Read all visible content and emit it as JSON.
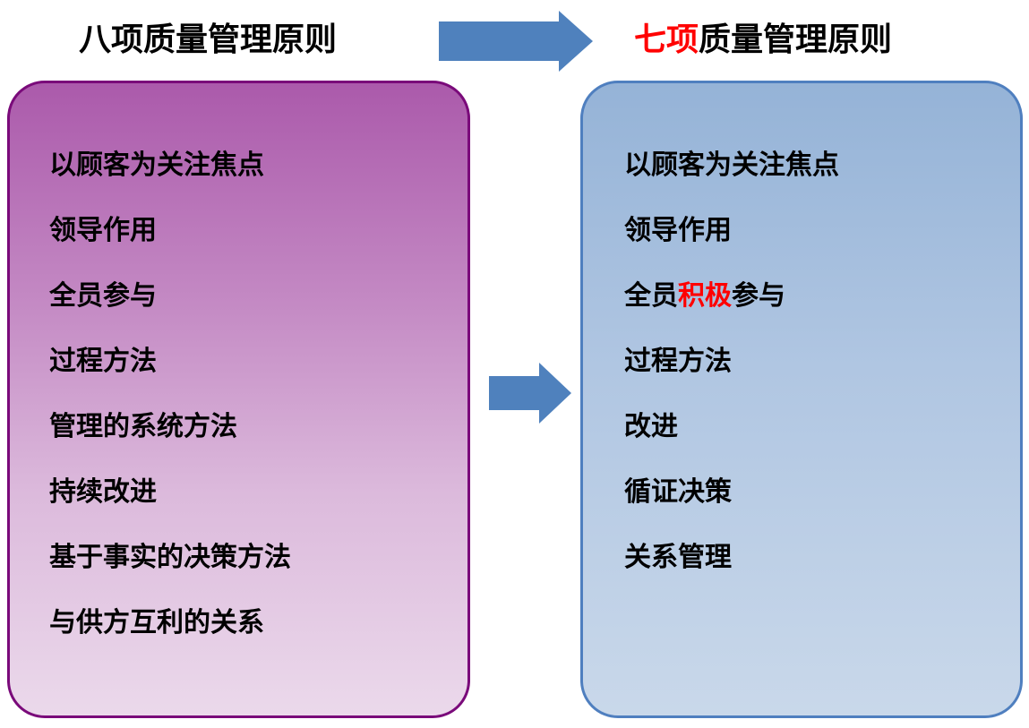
{
  "left": {
    "title": "八项质量管理原则",
    "items": [
      "以顾客为关注焦点",
      "领导作用",
      "全员参与",
      "过程方法",
      "管理的系统方法",
      "持续改进",
      "基于事实的决策方法",
      "与供方互利的关系"
    ]
  },
  "right": {
    "title_red": "七项",
    "title_rest": "质量管理原则",
    "items": [
      {
        "text": "以顾客为关注焦点"
      },
      {
        "text": "领导作用"
      },
      {
        "pre": "全员",
        "red": "积极",
        "post": "参与"
      },
      {
        "text": "过程方法"
      },
      {
        "text": "改进"
      },
      {
        "text": "循证决策"
      },
      {
        "text": "关系管理"
      }
    ]
  },
  "colors": {
    "arrow": "#4f81bd",
    "highlight": "#ff0000",
    "left_border": "#7a0a7a",
    "right_border": "#4f7fbf"
  }
}
